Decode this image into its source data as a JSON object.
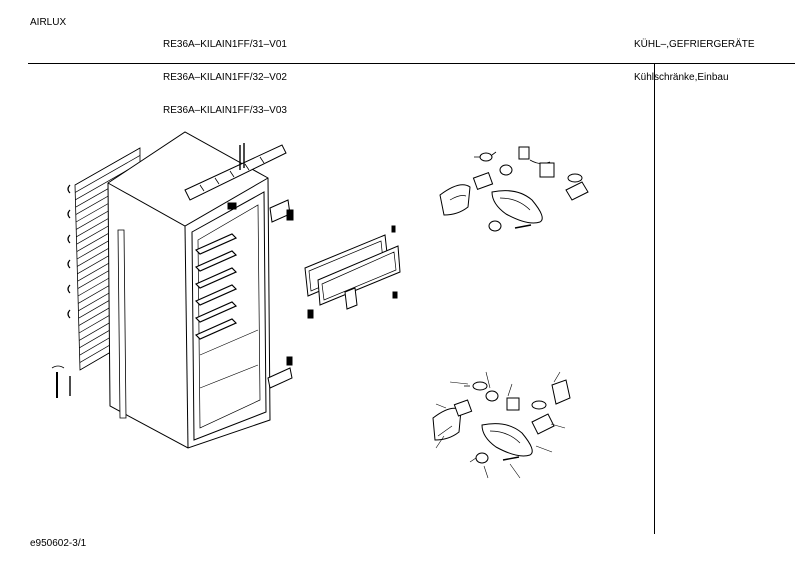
{
  "header": {
    "brand": "AIRLUX",
    "models": [
      "RE36A–KILAIN1FF/31–V01",
      "RE36A–KILAIN1FF/32–V02",
      "RE36A–KILAIN1FF/33–V03"
    ],
    "category": [
      "KÜHL–,GEFRIERGERÄTE",
      "Kühlschränke,Einbau"
    ]
  },
  "footer": {
    "doc_id": "e950602-3/1"
  },
  "drawing": {
    "parts": [
      "condenser-coil",
      "cabinet",
      "door-seal-frame",
      "light-assembly-upper",
      "light-assembly-lower"
    ]
  }
}
